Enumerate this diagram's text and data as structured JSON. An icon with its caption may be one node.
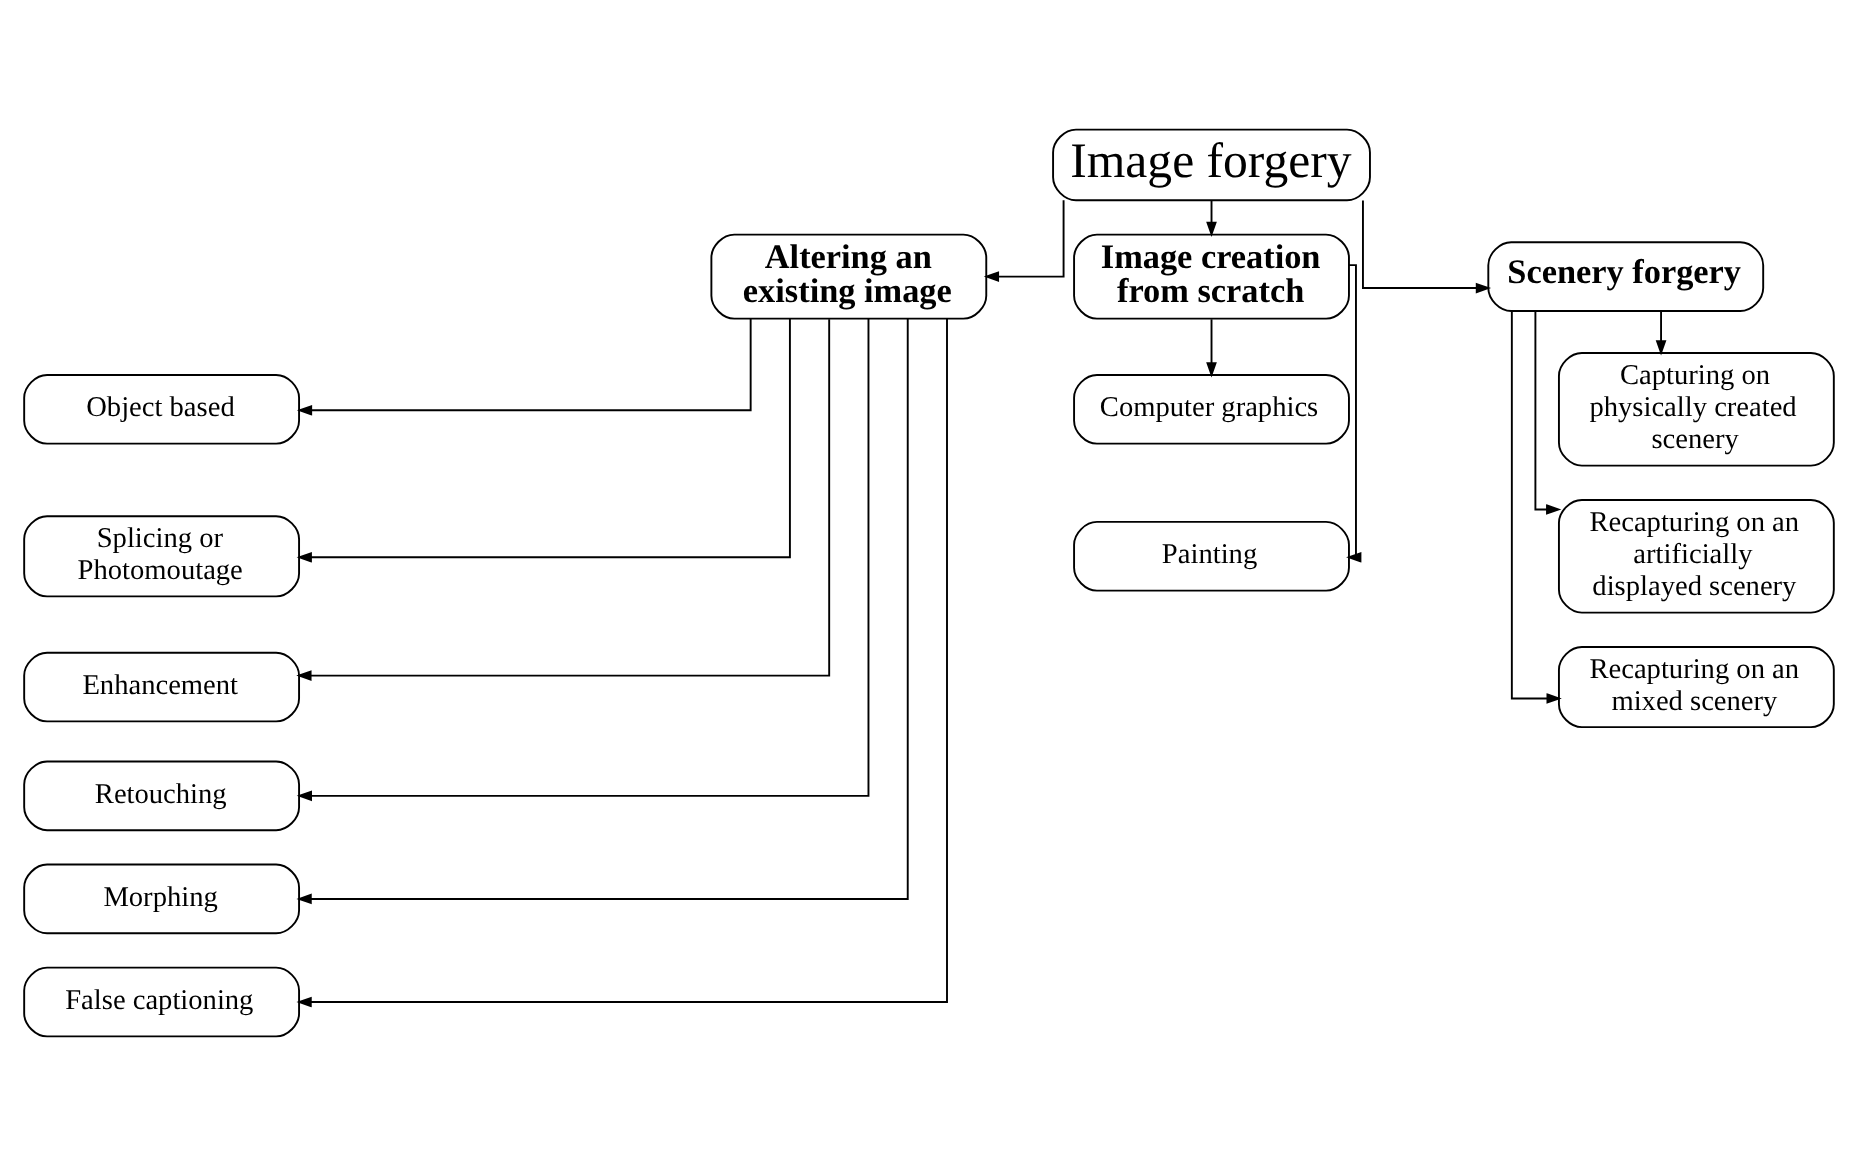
{
  "diagram": {
    "nodes": [
      {
        "text": [
          "Image forgery"
        ]
      },
      {
        "text": [
          "Altering an existing image"
        ]
      },
      {
        "text": [
          "Object based"
        ]
      },
      {
        "text": [
          "Splicing or Photomoutage"
        ]
      },
      {
        "text": [
          "Enhancement"
        ]
      },
      {
        "text": [
          "Retouching"
        ]
      },
      {
        "text": [
          "Morphing"
        ]
      },
      {
        "text": [
          "False captioning"
        ]
      },
      {
        "text": [
          "Image creation from scratch"
        ]
      },
      {
        "text": [
          "Computer graphics"
        ]
      },
      {
        "text": [
          "Painting"
        ]
      },
      {
        "text": [
          "Scenery forgery"
        ]
      },
      {
        "text": [
          "Capturing on physically created scenery"
        ]
      },
      {
        "text": [
          "Recapturing on an artificially displayed scenery"
        ]
      },
      {
        "text": [
          "Recapturing on an mixed scenery"
        ]
      }
    ],
    "edges": [
      {
        "from": 0,
        "to": 1,
        "arrow": "to"
      },
      {
        "from": 0,
        "to": 8,
        "arrow": "to"
      },
      {
        "from": 0,
        "to": 11,
        "arrow": "to"
      },
      {
        "from": 1,
        "to": 2,
        "arrow": "to"
      },
      {
        "from": 1,
        "to": 3,
        "arrow": "to"
      },
      {
        "from": 1,
        "to": 4,
        "arrow": "to"
      },
      {
        "from": 1,
        "to": 5,
        "arrow": "to"
      },
      {
        "from": 1,
        "to": 6,
        "arrow": "to"
      },
      {
        "from": 1,
        "to": 7,
        "arrow": "to"
      },
      {
        "from": 8,
        "to": 9,
        "arrow": "to"
      },
      {
        "from": 8,
        "to": 10,
        "arrow": "to"
      },
      {
        "from": 11,
        "to": 12,
        "arrow": "to"
      },
      {
        "from": 11,
        "to": 13,
        "arrow": "to"
      },
      {
        "from": 11,
        "to": 14,
        "arrow": "to"
      }
    ]
  }
}
